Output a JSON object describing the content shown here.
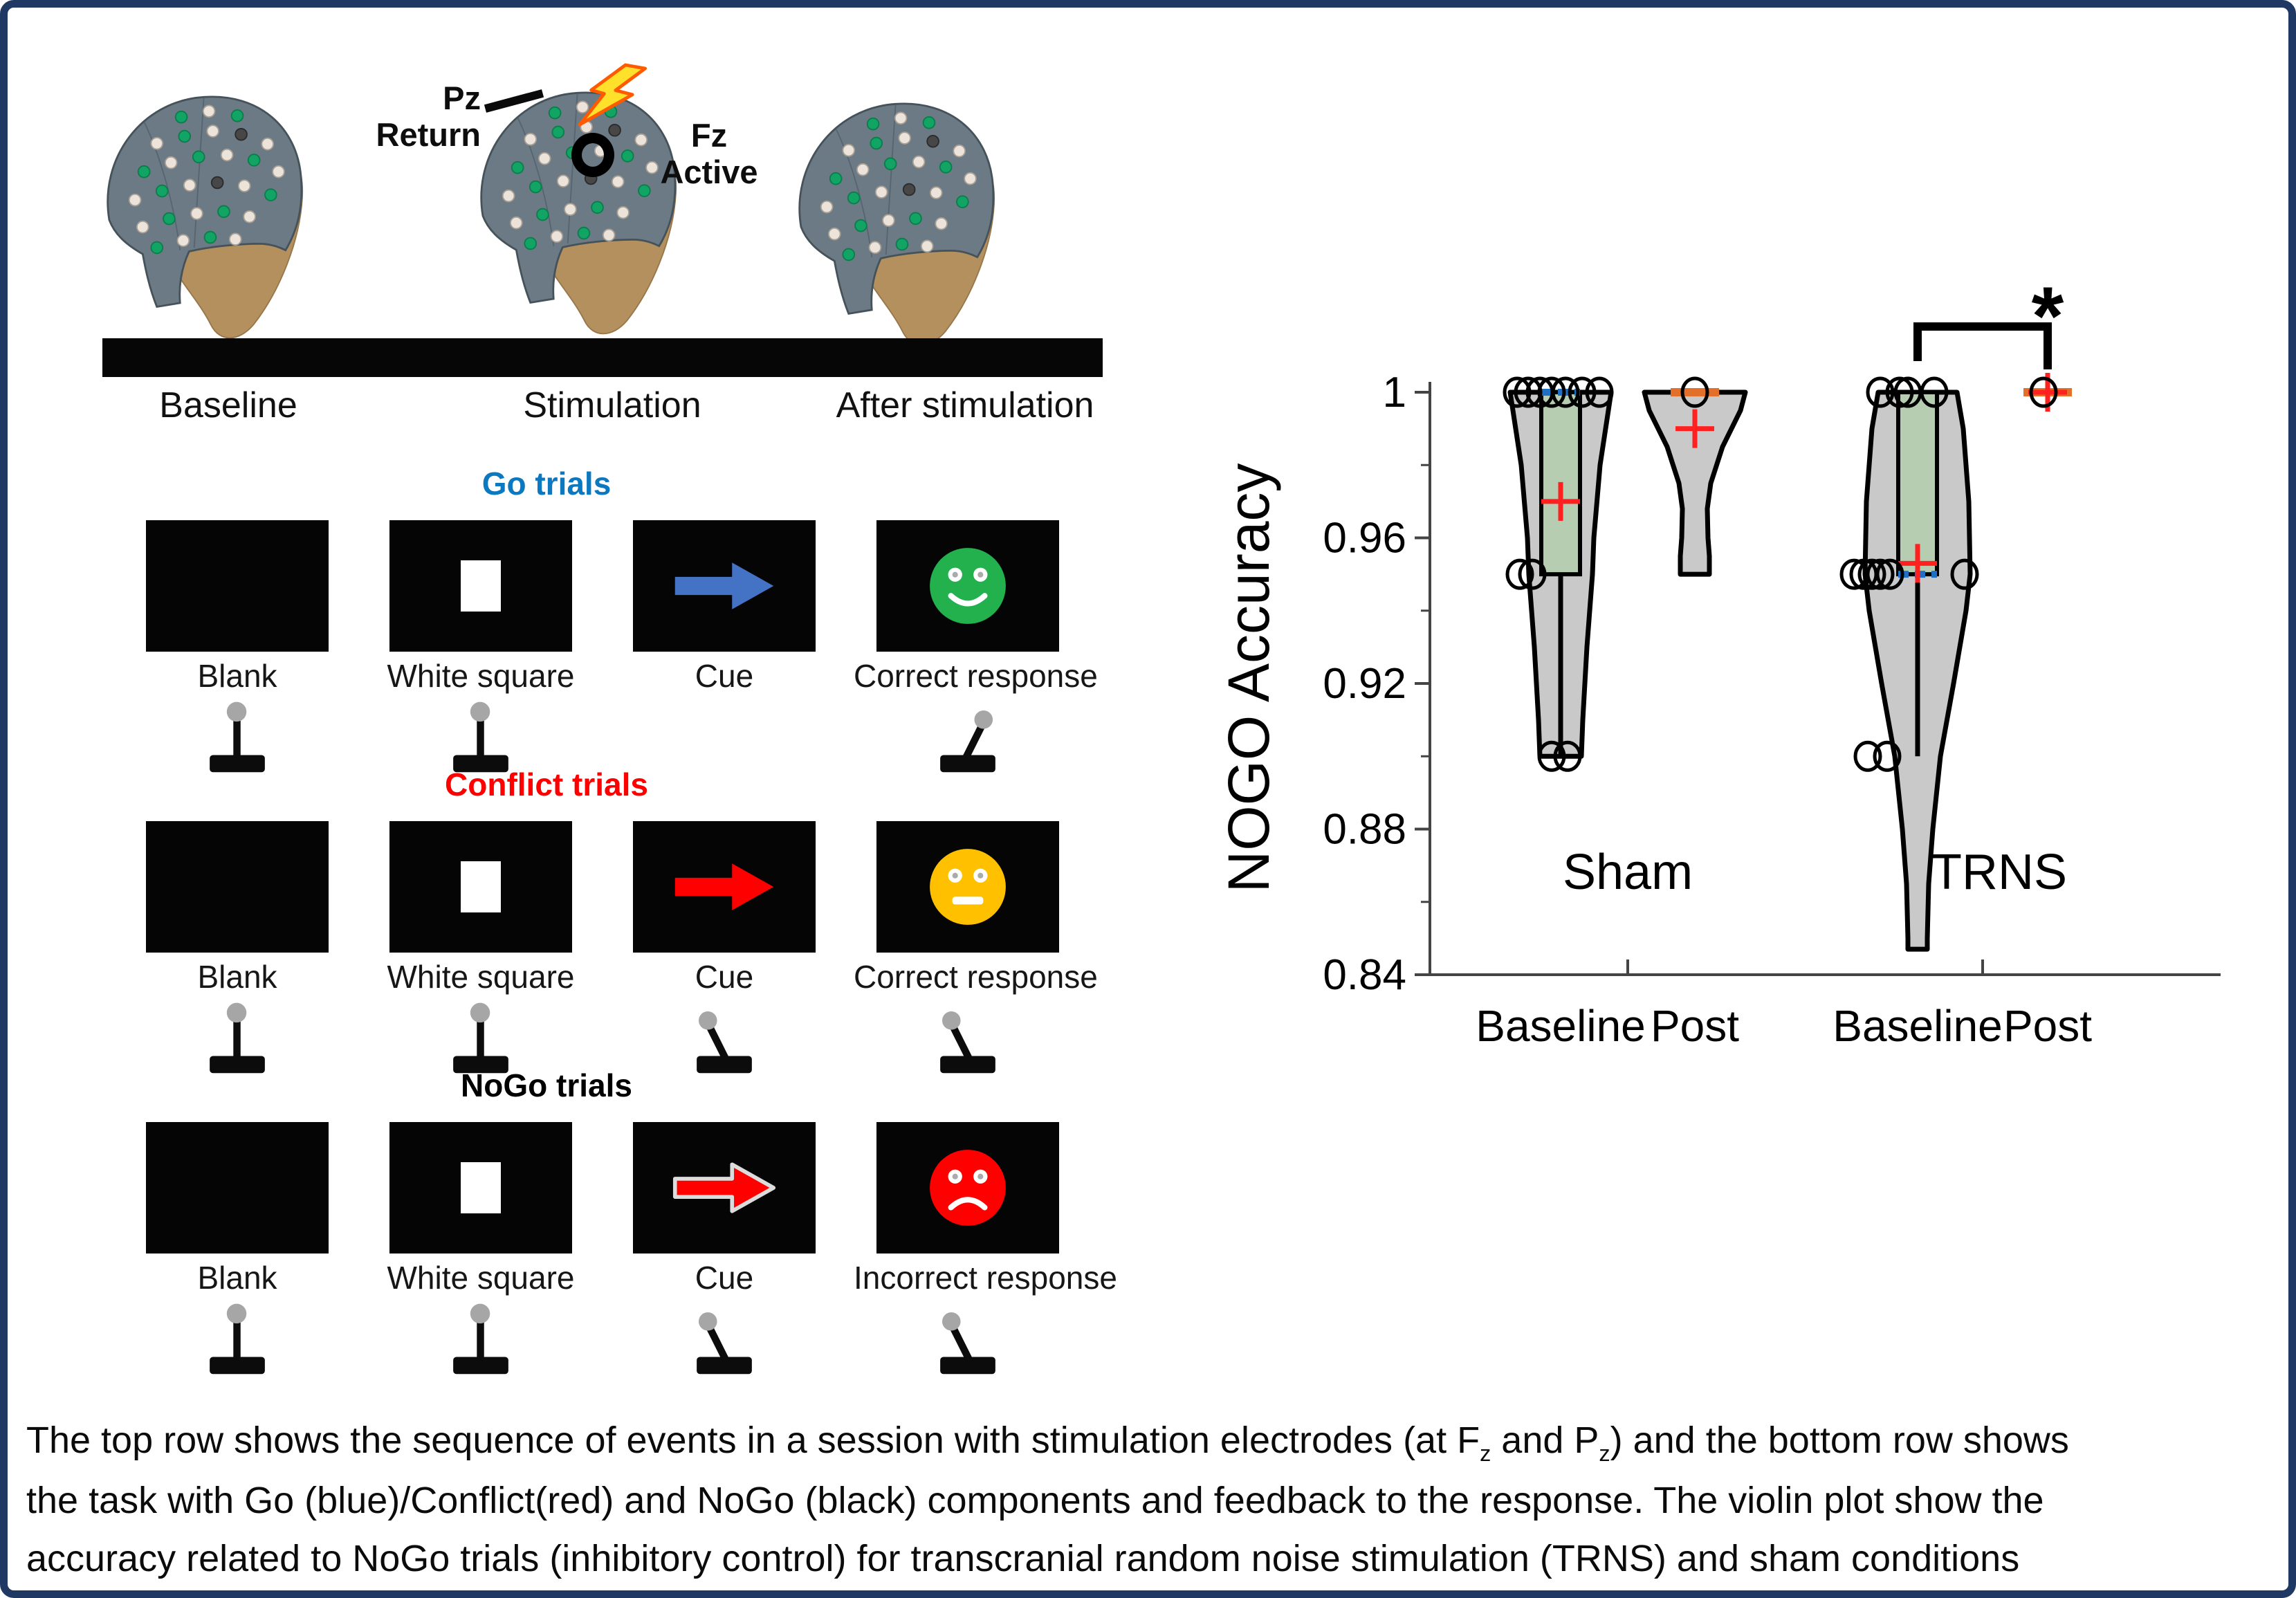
{
  "border_color": "#1f3864",
  "setup": {
    "stages": [
      "Baseline",
      "Stimulation",
      "After stimulation"
    ],
    "electrode_labels": {
      "pz_top": "Pz",
      "pz_bottom": "Return",
      "fz_top": "Fz",
      "fz_bottom": "Active"
    }
  },
  "trials": {
    "rows": [
      {
        "title": "Go trials",
        "title_color": "#0c78c0",
        "cells": [
          {
            "label": "Blank",
            "screen": "blank",
            "joystick": "upright"
          },
          {
            "label": "White square",
            "screen": "white-square",
            "joystick": "upright"
          },
          {
            "label": "Cue",
            "screen": "arrow",
            "arrow_color": "#4472c4",
            "arrow_outline": "none",
            "joystick": "none"
          },
          {
            "label": "Correct response",
            "screen": "face",
            "face_color": "#22b14c",
            "mouth": "smile",
            "joystick": "tilt-right"
          }
        ]
      },
      {
        "title": "Conflict trials",
        "title_color": "#ff0000",
        "cells": [
          {
            "label": "Blank",
            "screen": "blank",
            "joystick": "upright"
          },
          {
            "label": "White square",
            "screen": "white-square",
            "joystick": "upright"
          },
          {
            "label": "Cue",
            "screen": "arrow",
            "arrow_color": "#ff0000",
            "arrow_outline": "none",
            "joystick": "tilt-left"
          },
          {
            "label": "Correct response",
            "screen": "face",
            "face_color": "#ffc000",
            "mouth": "neutral",
            "joystick": "tilt-left"
          }
        ]
      },
      {
        "title": "NoGo trials",
        "title_color": "#000000",
        "cells": [
          {
            "label": "Blank",
            "screen": "blank",
            "joystick": "upright"
          },
          {
            "label": "White square",
            "screen": "white-square",
            "joystick": "upright"
          },
          {
            "label": "Cue",
            "screen": "arrow",
            "arrow_color": "#ff0000",
            "arrow_outline": "#dcdcdc",
            "joystick": "tilt-left"
          },
          {
            "label": "Incorrect response",
            "screen": "face",
            "face_color": "#ff0000",
            "mouth": "frown",
            "joystick": "tilt-left"
          }
        ]
      }
    ]
  },
  "chart_data": {
    "type": "violin",
    "title": "",
    "ylabel": "NOGO Accuracy",
    "xlabel": "",
    "ylim": [
      0.84,
      1.0
    ],
    "yticks": [
      1,
      0.96,
      0.92,
      0.88,
      0.84
    ],
    "minor_yticks": [
      0.98,
      0.94,
      0.9,
      0.86
    ],
    "categories": [
      "Baseline",
      "Post",
      "Baseline",
      "Post"
    ],
    "groups": [
      {
        "name": "Sham"
      },
      {
        "name": "TRNS"
      }
    ],
    "violins": [
      {
        "group": "Sham",
        "condition": "Baseline",
        "range": [
          0.9,
          1.0
        ],
        "box": [
          0.95,
          1.0
        ],
        "median": 1.0,
        "median_style": "blue-dashed",
        "mean": 0.97,
        "whisker": [
          0.9,
          0.95
        ],
        "shape": [
          [
            1.0,
            73
          ],
          [
            0.98,
            57
          ],
          [
            0.96,
            48
          ],
          [
            0.95,
            46
          ],
          [
            0.93,
            38
          ],
          [
            0.91,
            32
          ],
          [
            0.9,
            30
          ]
        ],
        "points": [
          {
            "v": 1,
            "dx": -63
          },
          {
            "v": 1,
            "dx": -47
          },
          {
            "v": 1,
            "dx": -30
          },
          {
            "v": 1,
            "dx": -13
          },
          {
            "v": 1,
            "dx": 7
          },
          {
            "v": 1,
            "dx": 31
          },
          {
            "v": 1,
            "dx": 56
          },
          {
            "v": 0.95,
            "dx": -59
          },
          {
            "v": 0.95,
            "dx": -41
          },
          {
            "v": 0.9,
            "dx": -13
          },
          {
            "v": 0.9,
            "dx": 10
          }
        ]
      },
      {
        "group": "Sham",
        "condition": "Post",
        "range": [
          0.95,
          1.0
        ],
        "median": 1.0,
        "median_style": "orange-solid",
        "mean": 0.99,
        "shape": [
          [
            1.0,
            73
          ],
          [
            0.995,
            66
          ],
          [
            0.985,
            40
          ],
          [
            0.975,
            23
          ],
          [
            0.968,
            18
          ],
          [
            0.96,
            19
          ],
          [
            0.955,
            21
          ],
          [
            0.95,
            21
          ]
        ],
        "points": [
          {
            "v": 1,
            "dx": 0
          }
        ]
      },
      {
        "group": "TRNS",
        "condition": "Baseline",
        "range": [
          0.847,
          1.0
        ],
        "box": [
          0.95,
          1.0
        ],
        "median": 0.95,
        "median_style": "blue-dashed",
        "mean": 0.953,
        "whisker": [
          0.9,
          0.95
        ],
        "shape": [
          [
            1.0,
            57
          ],
          [
            0.99,
            66
          ],
          [
            0.97,
            74
          ],
          [
            0.95,
            76
          ],
          [
            0.94,
            70
          ],
          [
            0.92,
            52
          ],
          [
            0.9,
            33
          ],
          [
            0.88,
            22
          ],
          [
            0.865,
            16
          ],
          [
            0.85,
            14
          ],
          [
            0.847,
            14
          ]
        ],
        "points": [
          {
            "v": 1,
            "dx": -54
          },
          {
            "v": 1,
            "dx": -26
          },
          {
            "v": 1,
            "dx": -14
          },
          {
            "v": 1,
            "dx": 24
          },
          {
            "v": 0.95,
            "dx": -92
          },
          {
            "v": 0.95,
            "dx": -78
          },
          {
            "v": 0.95,
            "dx": -66
          },
          {
            "v": 0.95,
            "dx": -54
          },
          {
            "v": 0.95,
            "dx": -40
          },
          {
            "v": 0.95,
            "dx": 68
          },
          {
            "v": 0.9,
            "dx": -72
          },
          {
            "v": 0.9,
            "dx": -44
          }
        ]
      },
      {
        "group": "TRNS",
        "condition": "Post",
        "range": [
          1.0,
          1.0
        ],
        "median": 1.0,
        "median_style": "orange-solid",
        "mean": 1.0,
        "shape": [],
        "points": [
          {
            "v": 1,
            "dx": -6
          }
        ]
      }
    ],
    "significance": {
      "between": [
        "TRNS-Baseline",
        "TRNS-Post"
      ],
      "label": "*"
    },
    "legend_position": "none",
    "grid": false,
    "colors": {
      "violin_fill": "#c9c9c9",
      "violin_stroke": "#000000",
      "box_fill": "#b7cdb2",
      "median_baseline": "#1f6fc4",
      "median_post": "#e2702a",
      "mean_marker": "#ff2020",
      "axis": "#444444"
    }
  },
  "caption": {
    "line1_pre": "The top row shows the sequence of events in a session with stimulation electrodes (at F",
    "sub_z1": "z",
    "line1_mid": " and P",
    "sub_z2": "z",
    "line1_post": ") and the bottom row shows",
    "line2": "the task with Go (blue)/Conflict(red) and NoGo (black) components and feedback to the response. The violin plot show the",
    "line3": "accuracy related to NoGo trials (inhibitory control) for transcranial random noise stimulation (TRNS) and sham conditions"
  }
}
